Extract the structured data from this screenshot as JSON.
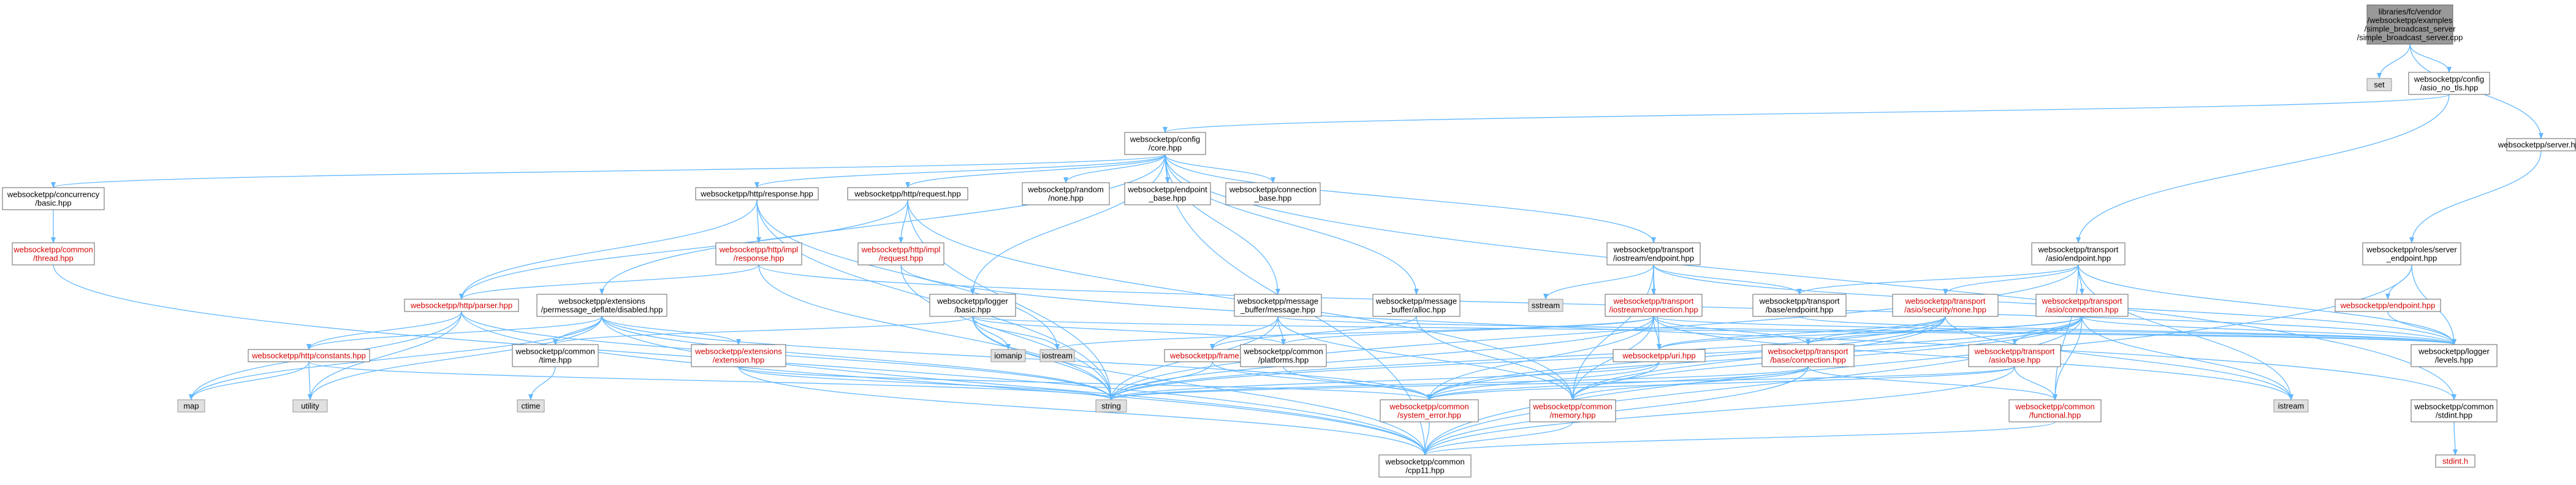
{
  "colors": {
    "edge": "#63b8ff",
    "node_border": "#666666",
    "node_fill": "#ffffff",
    "root_fill": "#999999",
    "external_fill": "#e0e0e0",
    "external_border": "#999999",
    "link_text_red": "#d40000",
    "text": "#000000"
  },
  "nodes": [
    {
      "id": "root",
      "lines": [
        "libraries/fc/vendor",
        "/websocketpp/examples",
        "/simple_broadcast_server",
        "/simple_broadcast_server.cpp"
      ],
      "kind": "root"
    },
    {
      "id": "set",
      "lines": [
        "set"
      ],
      "kind": "external"
    },
    {
      "id": "asio_no_tls",
      "lines": [
        "websocketpp/config",
        "/asio_no_tls.hpp"
      ],
      "kind": "normal"
    },
    {
      "id": "server_hpp",
      "lines": [
        "websocketpp/server.hpp"
      ],
      "kind": "normal"
    },
    {
      "id": "config_core",
      "lines": [
        "websocketpp/config",
        "/core.hpp"
      ],
      "kind": "normal"
    },
    {
      "id": "concurrency_basic",
      "lines": [
        "websocketpp/concurrency",
        "/basic.hpp"
      ],
      "kind": "normal"
    },
    {
      "id": "common_thread",
      "lines": [
        "websocketpp/common",
        "/thread.hpp"
      ],
      "kind": "red"
    },
    {
      "id": "http_response",
      "lines": [
        "websocketpp/http/response.hpp"
      ],
      "kind": "normal"
    },
    {
      "id": "http_request",
      "lines": [
        "websocketpp/http/request.hpp"
      ],
      "kind": "normal"
    },
    {
      "id": "random_none",
      "lines": [
        "websocketpp/random",
        "/none.hpp"
      ],
      "kind": "normal"
    },
    {
      "id": "endpoint_base",
      "lines": [
        "websocketpp/endpoint",
        "_base.hpp"
      ],
      "kind": "normal"
    },
    {
      "id": "connection_base",
      "lines": [
        "websocketpp/connection",
        "_base.hpp"
      ],
      "kind": "normal"
    },
    {
      "id": "impl_response",
      "lines": [
        "websocketpp/http/impl",
        "/response.hpp"
      ],
      "kind": "red"
    },
    {
      "id": "impl_request",
      "lines": [
        "websocketpp/http/impl",
        "/request.hpp"
      ],
      "kind": "red"
    },
    {
      "id": "iostream_endpoint",
      "lines": [
        "websocketpp/transport",
        "/iostream/endpoint.hpp"
      ],
      "kind": "normal"
    },
    {
      "id": "asio_endpoint",
      "lines": [
        "websocketpp/transport",
        "/asio/endpoint.hpp"
      ],
      "kind": "normal"
    },
    {
      "id": "server_endpoint",
      "lines": [
        "websocketpp/roles/server",
        "_endpoint.hpp"
      ],
      "kind": "normal"
    },
    {
      "id": "http_parser",
      "lines": [
        "websocketpp/http/parser.hpp"
      ],
      "kind": "red"
    },
    {
      "id": "ext_disabled",
      "lines": [
        "websocketpp/extensions",
        "/permessage_deflate/disabled.hpp"
      ],
      "kind": "normal"
    },
    {
      "id": "logger_basic",
      "lines": [
        "websocketpp/logger",
        "/basic.hpp"
      ],
      "kind": "normal"
    },
    {
      "id": "msg_buffer",
      "lines": [
        "websocketpp/message",
        "_buffer/message.hpp"
      ],
      "kind": "normal"
    },
    {
      "id": "msg_alloc",
      "lines": [
        "websocketpp/message",
        "_buffer/alloc.hpp"
      ],
      "kind": "normal"
    },
    {
      "id": "sstream",
      "lines": [
        "sstream"
      ],
      "kind": "external"
    },
    {
      "id": "iostream_connection",
      "lines": [
        "websocketpp/transport",
        "/iostream/connection.hpp"
      ],
      "kind": "red"
    },
    {
      "id": "base_endpoint",
      "lines": [
        "websocketpp/transport",
        "/base/endpoint.hpp"
      ],
      "kind": "normal"
    },
    {
      "id": "security_none",
      "lines": [
        "websocketpp/transport",
        "/asio/security/none.hpp"
      ],
      "kind": "red"
    },
    {
      "id": "asio_connection",
      "lines": [
        "websocketpp/transport",
        "/asio/connection.hpp"
      ],
      "kind": "red"
    },
    {
      "id": "endpoint_hpp",
      "lines": [
        "websocketpp/endpoint.hpp"
      ],
      "kind": "red"
    },
    {
      "id": "http_constants",
      "lines": [
        "websocketpp/http/constants.hpp"
      ],
      "kind": "red"
    },
    {
      "id": "common_time",
      "lines": [
        "websocketpp/common",
        "/time.hpp"
      ],
      "kind": "normal"
    },
    {
      "id": "ext_extension",
      "lines": [
        "websocketpp/extensions",
        "/extension.hpp"
      ],
      "kind": "red"
    },
    {
      "id": "iomanip",
      "lines": [
        "iomanip"
      ],
      "kind": "external"
    },
    {
      "id": "iostream",
      "lines": [
        "iostream"
      ],
      "kind": "external"
    },
    {
      "id": "frame_hpp",
      "lines": [
        "websocketpp/frame.hpp"
      ],
      "kind": "red"
    },
    {
      "id": "common_platforms",
      "lines": [
        "websocketpp/common",
        "/platforms.hpp"
      ],
      "kind": "normal"
    },
    {
      "id": "uri_hpp",
      "lines": [
        "websocketpp/uri.hpp"
      ],
      "kind": "red"
    },
    {
      "id": "base_connection",
      "lines": [
        "websocketpp/transport",
        "/base/connection.hpp"
      ],
      "kind": "red"
    },
    {
      "id": "asio_base",
      "lines": [
        "websocketpp/transport",
        "/asio/base.hpp"
      ],
      "kind": "red"
    },
    {
      "id": "logger_levels",
      "lines": [
        "websocketpp/logger",
        "/levels.hpp"
      ],
      "kind": "normal"
    },
    {
      "id": "map",
      "lines": [
        "map"
      ],
      "kind": "external"
    },
    {
      "id": "utility",
      "lines": [
        "utility"
      ],
      "kind": "external"
    },
    {
      "id": "ctime",
      "lines": [
        "ctime"
      ],
      "kind": "external"
    },
    {
      "id": "string",
      "lines": [
        "string"
      ],
      "kind": "external"
    },
    {
      "id": "system_error",
      "lines": [
        "websocketpp/common",
        "/system_error.hpp"
      ],
      "kind": "red"
    },
    {
      "id": "common_memory",
      "lines": [
        "websocketpp/common",
        "/memory.hpp"
      ],
      "kind": "red"
    },
    {
      "id": "common_functional",
      "lines": [
        "websocketpp/common",
        "/functional.hpp"
      ],
      "kind": "red"
    },
    {
      "id": "istream",
      "lines": [
        "istream"
      ],
      "kind": "external"
    },
    {
      "id": "common_stdint",
      "lines": [
        "websocketpp/common",
        "/stdint.hpp"
      ],
      "kind": "normal"
    },
    {
      "id": "stdint_h",
      "lines": [
        "stdint.h"
      ],
      "kind": "red"
    },
    {
      "id": "cpp11",
      "lines": [
        "websocketpp/common",
        "/cpp11.hpp"
      ],
      "kind": "normal"
    }
  ],
  "edges": [
    [
      "root",
      "set"
    ],
    [
      "root",
      "asio_no_tls"
    ],
    [
      "root",
      "server_hpp"
    ],
    [
      "asio_no_tls",
      "config_core"
    ],
    [
      "asio_no_tls",
      "asio_endpoint"
    ],
    [
      "server_hpp",
      "server_endpoint"
    ],
    [
      "config_core",
      "concurrency_basic"
    ],
    [
      "config_core",
      "http_response"
    ],
    [
      "config_core",
      "http_request"
    ],
    [
      "config_core",
      "random_none"
    ],
    [
      "config_core",
      "endpoint_base"
    ],
    [
      "config_core",
      "connection_base"
    ],
    [
      "config_core",
      "iostream_endpoint"
    ],
    [
      "config_core",
      "ext_disabled"
    ],
    [
      "config_core",
      "logger_basic"
    ],
    [
      "config_core",
      "msg_buffer"
    ],
    [
      "config_core",
      "msg_alloc"
    ],
    [
      "config_core",
      "cpp11"
    ],
    [
      "config_core",
      "common_stdint"
    ],
    [
      "concurrency_basic",
      "common_thread"
    ],
    [
      "common_thread",
      "cpp11"
    ],
    [
      "http_response",
      "impl_response"
    ],
    [
      "http_response",
      "http_parser"
    ],
    [
      "http_response",
      "iostream"
    ],
    [
      "http_response",
      "string"
    ],
    [
      "http_request",
      "impl_request"
    ],
    [
      "http_request",
      "http_parser"
    ],
    [
      "http_request",
      "string"
    ],
    [
      "http_request",
      "common_memory"
    ],
    [
      "impl_response",
      "http_parser"
    ],
    [
      "impl_response",
      "string"
    ],
    [
      "impl_response",
      "logger_levels"
    ],
    [
      "impl_request",
      "string"
    ],
    [
      "impl_request",
      "common_stdint"
    ],
    [
      "http_parser",
      "map"
    ],
    [
      "http_parser",
      "utility"
    ],
    [
      "http_parser",
      "http_constants"
    ],
    [
      "http_parser",
      "string"
    ],
    [
      "http_parser",
      "cpp11"
    ],
    [
      "http_constants",
      "map"
    ],
    [
      "http_constants",
      "utility"
    ],
    [
      "http_constants",
      "string"
    ],
    [
      "ext_disabled",
      "common_time"
    ],
    [
      "ext_disabled",
      "ext_extension"
    ],
    [
      "ext_disabled",
      "system_error"
    ],
    [
      "ext_disabled",
      "http_constants"
    ],
    [
      "ext_disabled",
      "utility"
    ],
    [
      "ext_disabled",
      "cpp11"
    ],
    [
      "ext_disabled",
      "map"
    ],
    [
      "ext_disabled",
      "string"
    ],
    [
      "ext_extension",
      "system_error"
    ],
    [
      "ext_extension",
      "cpp11"
    ],
    [
      "ext_extension",
      "string"
    ],
    [
      "common_time",
      "ctime"
    ],
    [
      "logger_basic",
      "iomanip"
    ],
    [
      "logger_basic",
      "iostream"
    ],
    [
      "logger_basic",
      "string"
    ],
    [
      "logger_basic",
      "logger_levels"
    ],
    [
      "logger_basic",
      "common_platforms"
    ],
    [
      "logger_basic",
      "common_time"
    ],
    [
      "logger_basic",
      "cpp11"
    ],
    [
      "msg_buffer",
      "frame_hpp"
    ],
    [
      "msg_buffer",
      "common_platforms"
    ],
    [
      "msg_buffer",
      "string"
    ],
    [
      "msg_buffer",
      "common_memory"
    ],
    [
      "msg_buffer",
      "logger_levels"
    ],
    [
      "msg_alloc",
      "common_memory"
    ],
    [
      "msg_alloc",
      "frame_hpp"
    ],
    [
      "frame_hpp",
      "system_error"
    ],
    [
      "frame_hpp",
      "string"
    ],
    [
      "iostream_endpoint",
      "sstream"
    ],
    [
      "iostream_endpoint",
      "iostream_connection"
    ],
    [
      "iostream_endpoint",
      "base_endpoint"
    ],
    [
      "iostream_endpoint",
      "uri_hpp"
    ],
    [
      "iostream_endpoint",
      "common_memory"
    ],
    [
      "iostream_endpoint",
      "logger_levels"
    ],
    [
      "iostream_connection",
      "base_connection"
    ],
    [
      "iostream_connection",
      "uri_hpp"
    ],
    [
      "iostream_connection",
      "istream"
    ],
    [
      "iostream_connection",
      "common_platforms"
    ],
    [
      "iostream_connection",
      "system_error"
    ],
    [
      "iostream_connection",
      "common_memory"
    ],
    [
      "iostream_connection",
      "logger_levels"
    ],
    [
      "iostream_connection",
      "string"
    ],
    [
      "iostream_connection",
      "iostream"
    ],
    [
      "asio_endpoint",
      "security_none"
    ],
    [
      "asio_endpoint",
      "asio_connection"
    ],
    [
      "asio_endpoint",
      "base_endpoint"
    ],
    [
      "asio_endpoint",
      "logger_levels"
    ],
    [
      "asio_endpoint",
      "istream"
    ],
    [
      "asio_endpoint",
      "common_functional"
    ],
    [
      "asio_endpoint",
      "string"
    ],
    [
      "security_none",
      "uri_hpp"
    ],
    [
      "security_none",
      "string"
    ],
    [
      "security_none",
      "base_connection"
    ],
    [
      "security_none",
      "common_memory"
    ],
    [
      "security_none",
      "istream"
    ],
    [
      "security_none",
      "system_error"
    ],
    [
      "asio_connection",
      "asio_base"
    ],
    [
      "asio_connection",
      "base_connection"
    ],
    [
      "asio_connection",
      "logger_levels"
    ],
    [
      "asio_connection",
      "common_functional"
    ],
    [
      "asio_connection",
      "common_memory"
    ],
    [
      "asio_connection",
      "istream"
    ],
    [
      "asio_connection",
      "string"
    ],
    [
      "asio_connection",
      "uri_hpp"
    ],
    [
      "asio_connection",
      "system_error"
    ],
    [
      "asio_connection",
      "cpp11"
    ],
    [
      "asio_base",
      "common_functional"
    ],
    [
      "asio_base",
      "system_error"
    ],
    [
      "asio_base",
      "string"
    ],
    [
      "asio_base",
      "cpp11"
    ],
    [
      "base_connection",
      "system_error"
    ],
    [
      "base_connection",
      "common_functional"
    ],
    [
      "base_connection",
      "string"
    ],
    [
      "base_connection",
      "cpp11"
    ],
    [
      "base_connection",
      "common_memory"
    ],
    [
      "base_endpoint",
      "logger_levels"
    ],
    [
      "server_endpoint",
      "endpoint_hpp"
    ],
    [
      "server_endpoint",
      "logger_levels"
    ],
    [
      "server_endpoint",
      "cpp11"
    ],
    [
      "endpoint_hpp",
      "logger_levels"
    ],
    [
      "uri_hpp",
      "string"
    ],
    [
      "uri_hpp",
      "system_error"
    ],
    [
      "uri_hpp",
      "common_memory"
    ],
    [
      "common_platforms",
      "system_error"
    ],
    [
      "system_error",
      "cpp11"
    ],
    [
      "common_memory",
      "cpp11"
    ],
    [
      "common_functional",
      "cpp11"
    ],
    [
      "common_stdint",
      "stdint_h"
    ]
  ]
}
